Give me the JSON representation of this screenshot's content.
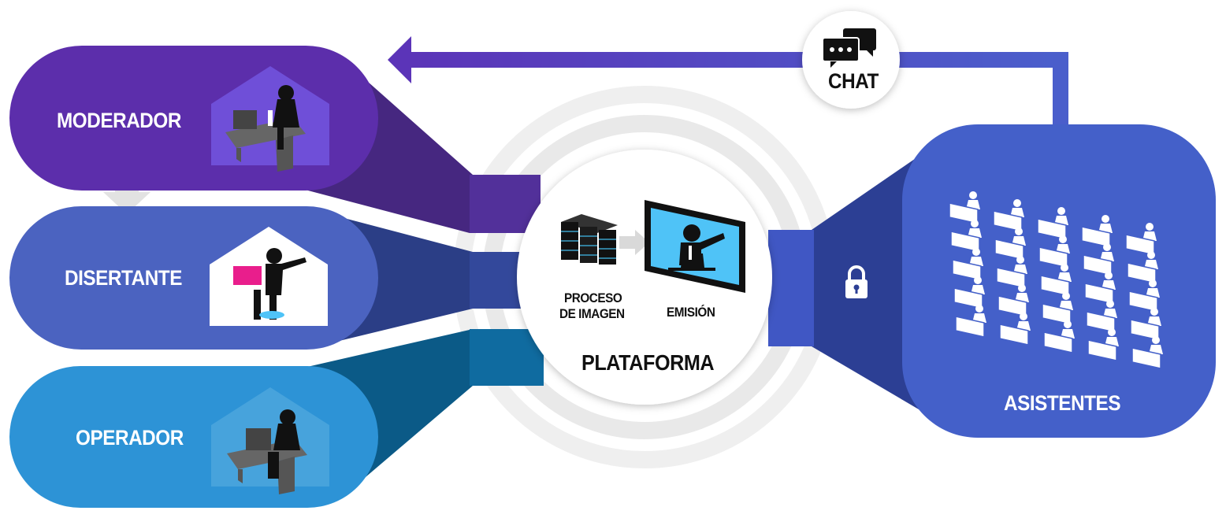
{
  "roles": [
    {
      "label": "MODERADOR",
      "color": "#5c2eab",
      "connector_color": "#45277f",
      "house_color": "#6f4fd8",
      "icon": "moderator-desk-icon"
    },
    {
      "label": "DISERTANTE",
      "color": "#4b63c0",
      "connector_color": "#2b3e86",
      "house_color": "#ffffff",
      "icon": "presenter-laptop-icon"
    },
    {
      "label": "OPERADOR",
      "color": "#2d93d6",
      "connector_color": "#0c5c8a",
      "house_color": "#47a3dc",
      "icon": "operator-desk-icon"
    }
  ],
  "platform": {
    "title": "PLATAFORMA",
    "steps": [
      {
        "label_line1": "PROCESO",
        "label_line2": "DE IMAGEN",
        "icon": "server-rack-icon"
      },
      {
        "label_line1": "EMISIÓN",
        "icon": "presentation-screen-icon"
      }
    ]
  },
  "chat": {
    "label": "CHAT",
    "icon": "chat-bubbles-icon"
  },
  "audience": {
    "label": "ASISTENTES",
    "color": "#4460c9",
    "connector_color": "#2b3f95",
    "icon": "audience-seats-icon"
  },
  "lock": {
    "icon": "lock-icon"
  },
  "colors": {
    "feedback_arrow": "#5b3bb9",
    "feedback_arrow_right": "#4a5ecb",
    "ring": "#ececec",
    "down_arrow": "#e0e0e0"
  }
}
